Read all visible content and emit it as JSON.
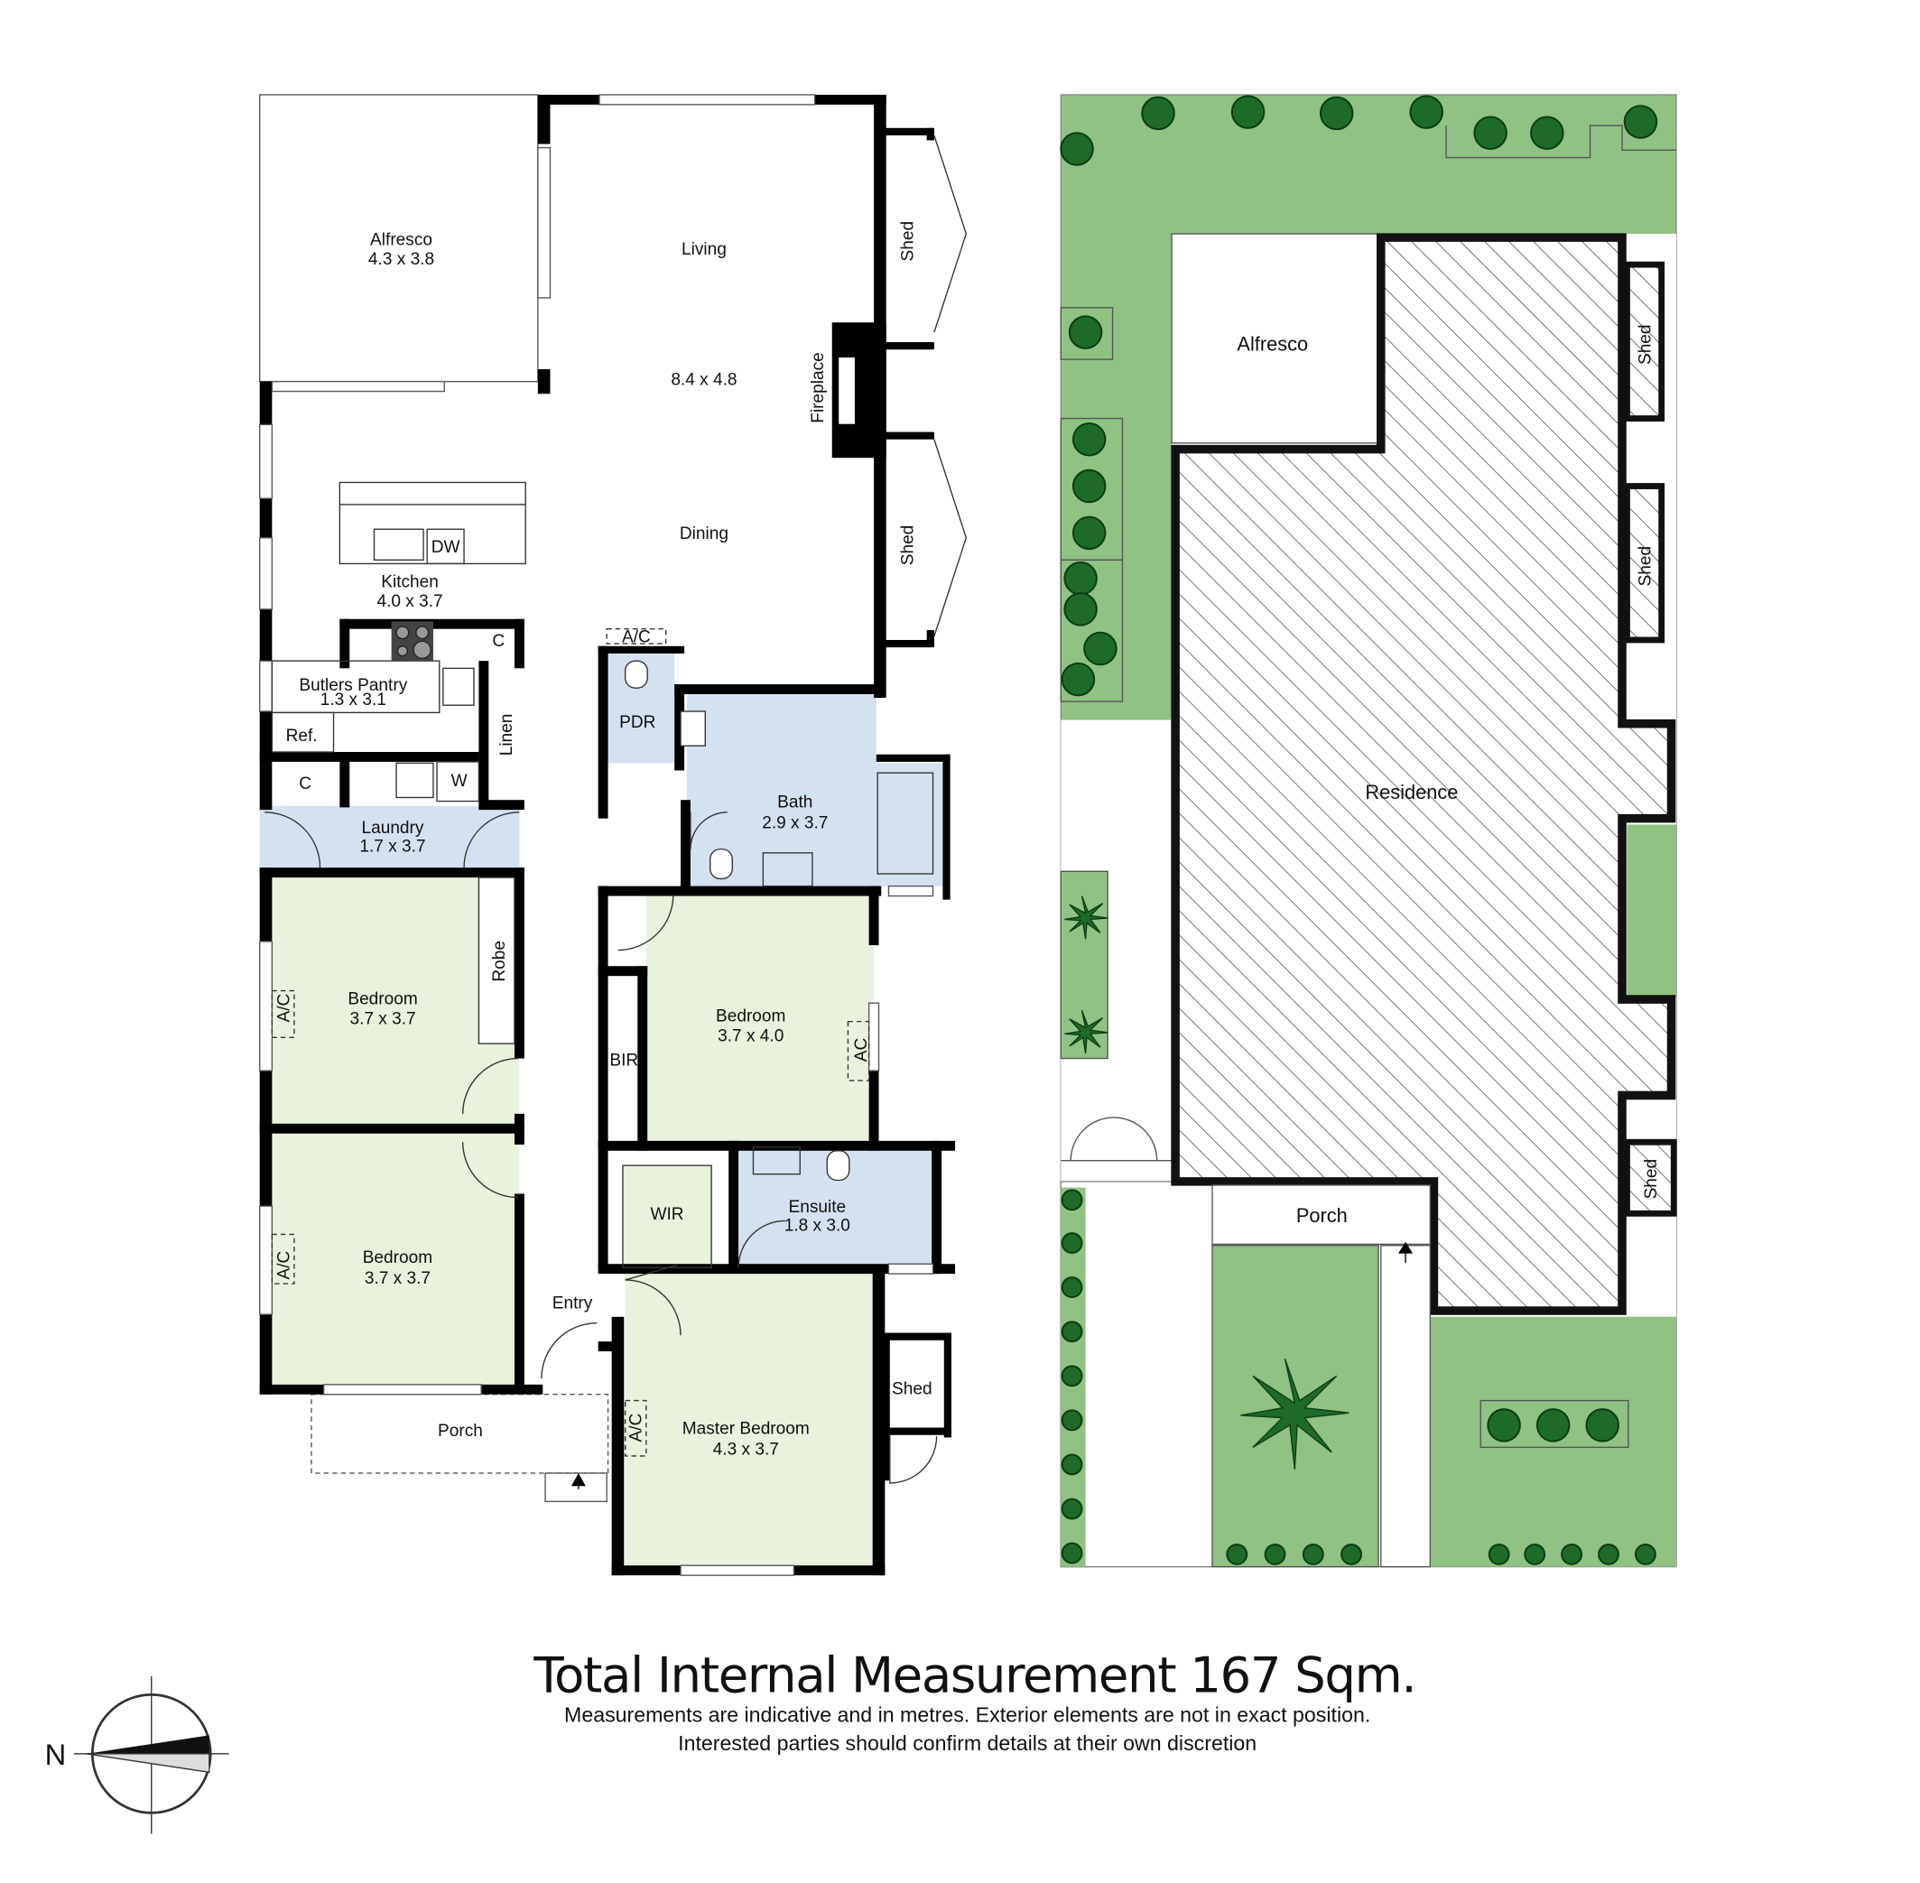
{
  "floorplan": {
    "rooms": {
      "alfresco": {
        "name": "Alfresco",
        "size": "4.3 x 3.8"
      },
      "living": {
        "name": "Living",
        "size": "8.4 x 4.8"
      },
      "dining": {
        "name": "Dining"
      },
      "fireplace": "Fireplace",
      "shed_top": "Shed",
      "shed_mid": "Shed",
      "shed_bottom": "Shed",
      "kitchen": {
        "name": "Kitchen",
        "size": "4.0 x 3.7",
        "dw": "DW",
        "c": "C"
      },
      "butlers": {
        "name": "Butlers Pantry",
        "size": "1.3 x 3.1",
        "ref": "Ref."
      },
      "linen": "Linen",
      "laundry": {
        "name": "Laundry",
        "size": "1.7 x 3.7",
        "c": "C",
        "w": "W"
      },
      "ac_top": "A/C",
      "pdr": "PDR",
      "bath": {
        "name": "Bath",
        "size": "2.9 x 3.7"
      },
      "bedroom1": {
        "name": "Bedroom",
        "size": "3.7 x 3.7",
        "robe": "Robe",
        "ac": "A/C"
      },
      "bedroom2": {
        "name": "Bedroom",
        "size": "3.7 x 3.7",
        "ac": "A/C"
      },
      "bedroom3": {
        "name": "Bedroom",
        "size": "3.7 x 4.0",
        "bir": "BIR",
        "ac": "AC"
      },
      "wir": "WIR",
      "ensuite": {
        "name": "Ensuite",
        "size": "1.8 x 3.0"
      },
      "entry": "Entry",
      "porch": "Porch",
      "master": {
        "name": "Master Bedroom",
        "size": "4.3 x 3.7",
        "ac": "A/C"
      }
    }
  },
  "siteplan": {
    "alfresco": "Alfresco",
    "residence": "Residence",
    "porch": "Porch",
    "sheds": [
      "Shed",
      "Shed",
      "Shed"
    ]
  },
  "footer": {
    "title": "Total Internal Measurement 167 Sqm.",
    "line1": "Measurements are indicative and in metres. Exterior elements are not in exact position.",
    "line2": "Interested parties should confirm details at their own discretion"
  },
  "compass": {
    "north": "N"
  }
}
